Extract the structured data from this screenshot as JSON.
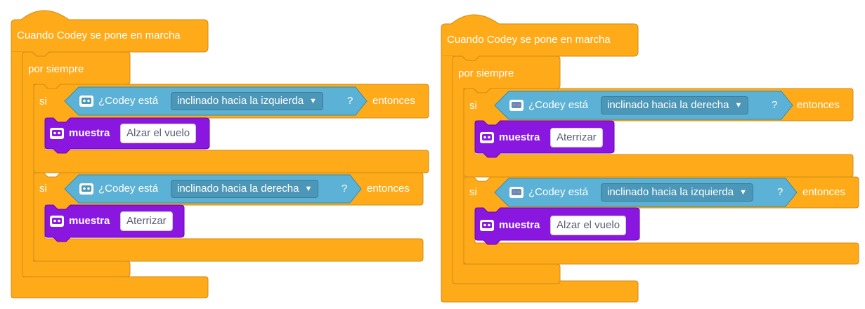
{
  "scripts": [
    {
      "hat": "Cuando Codey se pone en marcha",
      "loop": "por siempre",
      "ifs": [
        {
          "si": "si",
          "question": "¿Codey está",
          "dropdown": "inclinado hacia la izquierda",
          "q": "?",
          "then": "entonces",
          "action": "muestra",
          "value": "Alzar el vuelo"
        },
        {
          "si": "si",
          "question": "¿Codey está",
          "dropdown": "inclinado hacia la derecha",
          "q": "?",
          "then": "entonces",
          "action": "muestra",
          "value": "Aterrizar"
        }
      ]
    },
    {
      "hat": "Cuando Codey se pone en marcha",
      "loop": "por siempre",
      "ifs": [
        {
          "si": "si",
          "question": "¿Codey está",
          "dropdown": "inclinado hacia la derecha",
          "q": "?",
          "then": "entonces",
          "action": "muestra",
          "value": "Aterrizar"
        },
        {
          "si": "si",
          "question": "¿Codey está",
          "dropdown": "inclinado hacia la izquierda",
          "q": "?",
          "then": "entonces",
          "action": "muestra",
          "value": "Alzar el vuelo"
        }
      ]
    }
  ],
  "colors": {
    "event": "#ffab19",
    "event_border": "#cf8b17",
    "control": "#ffab19",
    "sensing": "#5cb1d6",
    "sensing_border": "#2e8eb8",
    "looks": "#9966ff",
    "looks_dark": "#8000c0"
  }
}
